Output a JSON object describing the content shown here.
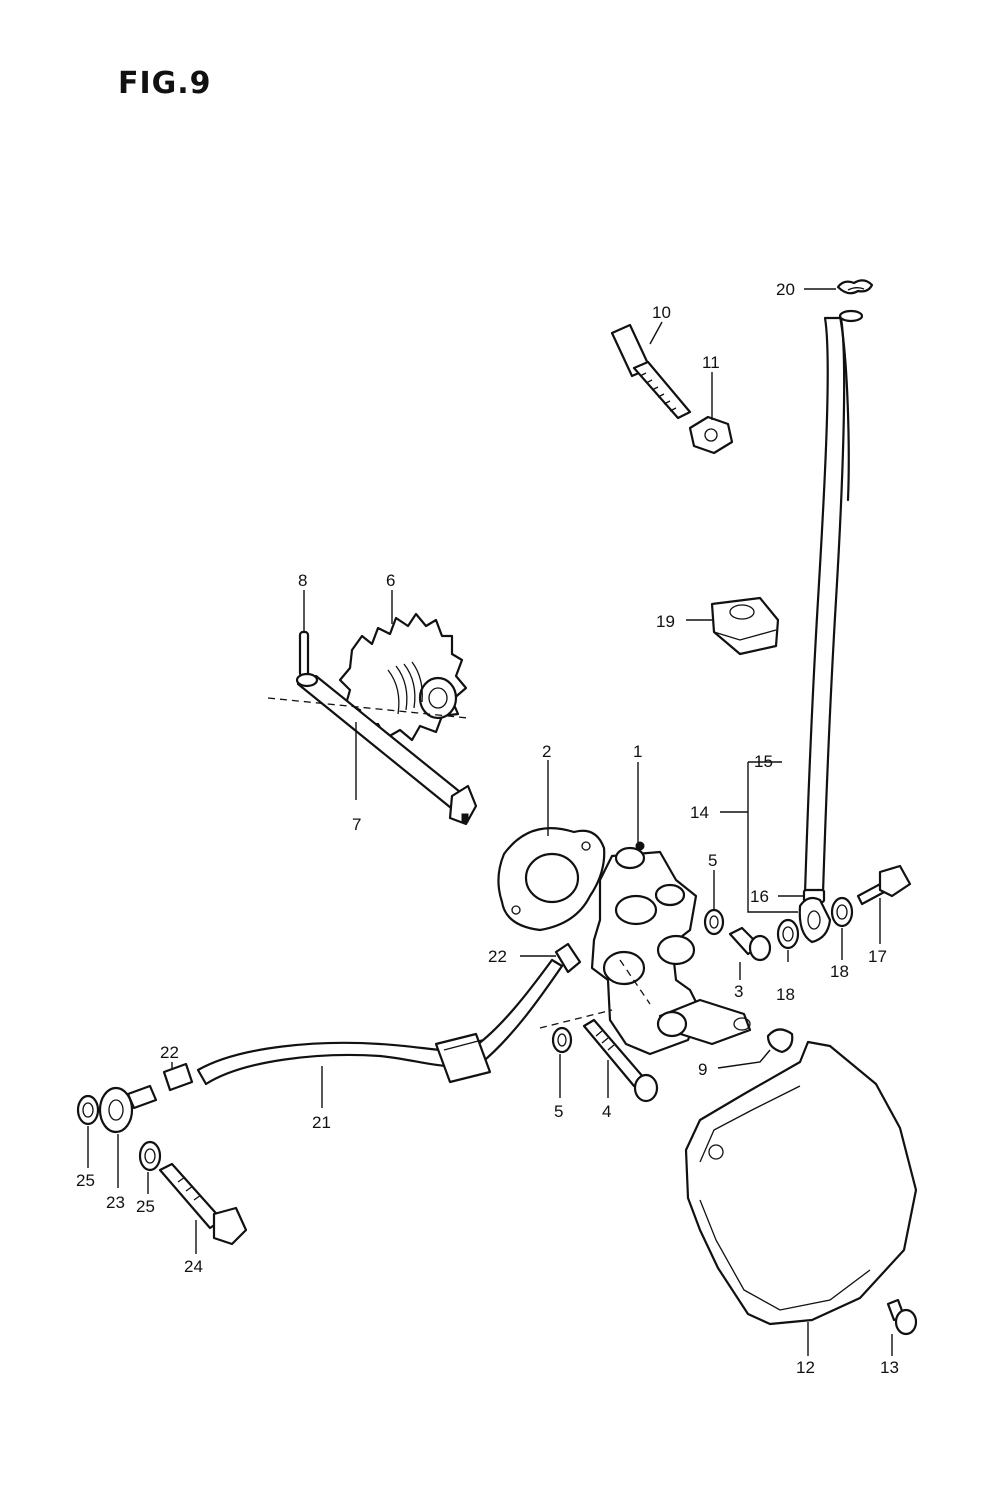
{
  "figure": {
    "title": "FIG.9"
  },
  "part_labels": {
    "p1": "1",
    "p2": "2",
    "p3": "3",
    "p4": "4",
    "p5a": "5",
    "p5b": "5",
    "p6": "6",
    "p7": "7",
    "p8": "8",
    "p9": "9",
    "p10": "10",
    "p11": "11",
    "p12": "12",
    "p13": "13",
    "p14": "14",
    "p15": "15",
    "p16": "16",
    "p17": "17",
    "p18a": "18",
    "p18b": "18",
    "p19": "19",
    "p20": "20",
    "p21": "21",
    "p22a": "22",
    "p22b": "22",
    "p23": "23",
    "p24": "24",
    "p25a": "25",
    "p25b": "25"
  }
}
